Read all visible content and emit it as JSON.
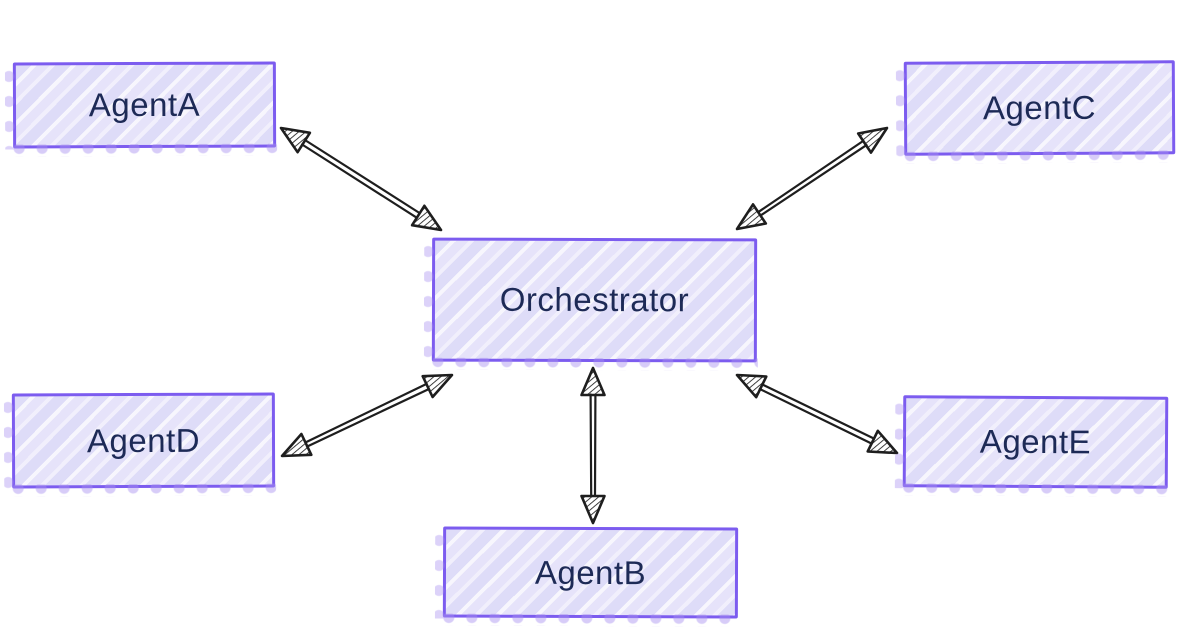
{
  "diagram": {
    "title": "",
    "nodes": [
      {
        "id": "agent-a",
        "label": "AgentA"
      },
      {
        "id": "agent-c",
        "label": "AgentC"
      },
      {
        "id": "orchestrator",
        "label": "Orchestrator"
      },
      {
        "id": "agent-d",
        "label": "AgentD"
      },
      {
        "id": "agent-e",
        "label": "AgentE"
      },
      {
        "id": "agent-b",
        "label": "AgentB"
      }
    ],
    "edges": [
      {
        "from": "AgentA",
        "to": "Orchestrator",
        "direction": "bidirectional",
        "style": "double-line-sketch"
      },
      {
        "from": "AgentC",
        "to": "Orchestrator",
        "direction": "bidirectional",
        "style": "double-line-sketch"
      },
      {
        "from": "AgentD",
        "to": "Orchestrator",
        "direction": "bidirectional",
        "style": "double-line-sketch"
      },
      {
        "from": "AgentE",
        "to": "Orchestrator",
        "direction": "bidirectional",
        "style": "double-line-sketch"
      },
      {
        "from": "AgentB",
        "to": "Orchestrator",
        "direction": "bidirectional",
        "style": "double-line-sketch"
      }
    ],
    "colors": {
      "canvas_background": "#ffffff",
      "box_border": "#7c5cef",
      "box_fill": "#dedcf8",
      "box_fill_streak": "#f7f6fd",
      "box_shadow_dots": "#a78ff0",
      "label_text": "#1d2a56",
      "arrow": "#1e1e1e"
    }
  }
}
